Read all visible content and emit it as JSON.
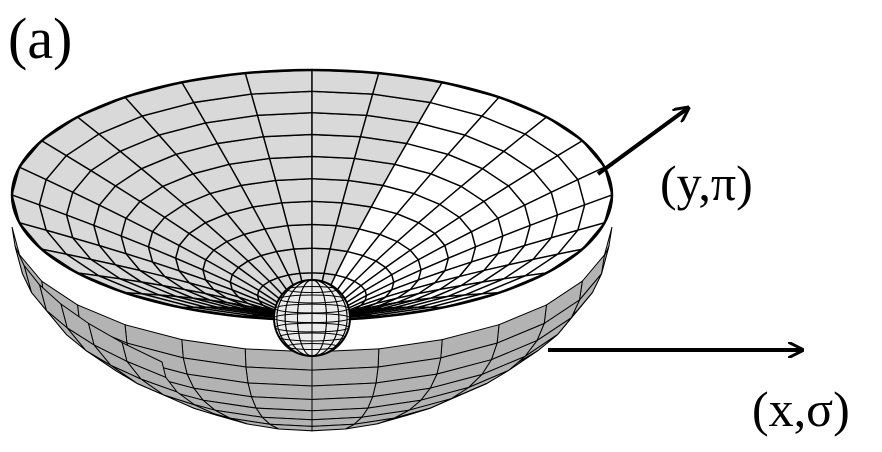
{
  "panel_label": "(a)",
  "axes": {
    "y_label": "(y,π)",
    "x_label": "(x,σ)"
  },
  "colors": {
    "line": "#000000",
    "inner_light": "#ffffff",
    "inner_shaded": "#d9d9d9",
    "outer_wall": "#b3b3b3",
    "ball": "#ececec"
  }
}
